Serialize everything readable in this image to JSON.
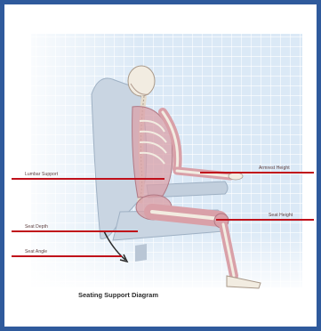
{
  "diagram": {
    "caption": "Seating Support Diagram",
    "labels": {
      "lumbar_support": "Lumbar Support",
      "seat_depth": "Seat Depth",
      "seat_angle": "Seat Angle",
      "armrest_height": "Armrest Height",
      "seat_height": "Seat Height"
    },
    "colors": {
      "frame_border": "#2f5a9c",
      "grid_background": "#dbe9f6",
      "indicator_line": "#c0101a",
      "chair": "#c9d5e2",
      "bone": "#f2ece1",
      "muscle": "#d9a0a8"
    }
  }
}
